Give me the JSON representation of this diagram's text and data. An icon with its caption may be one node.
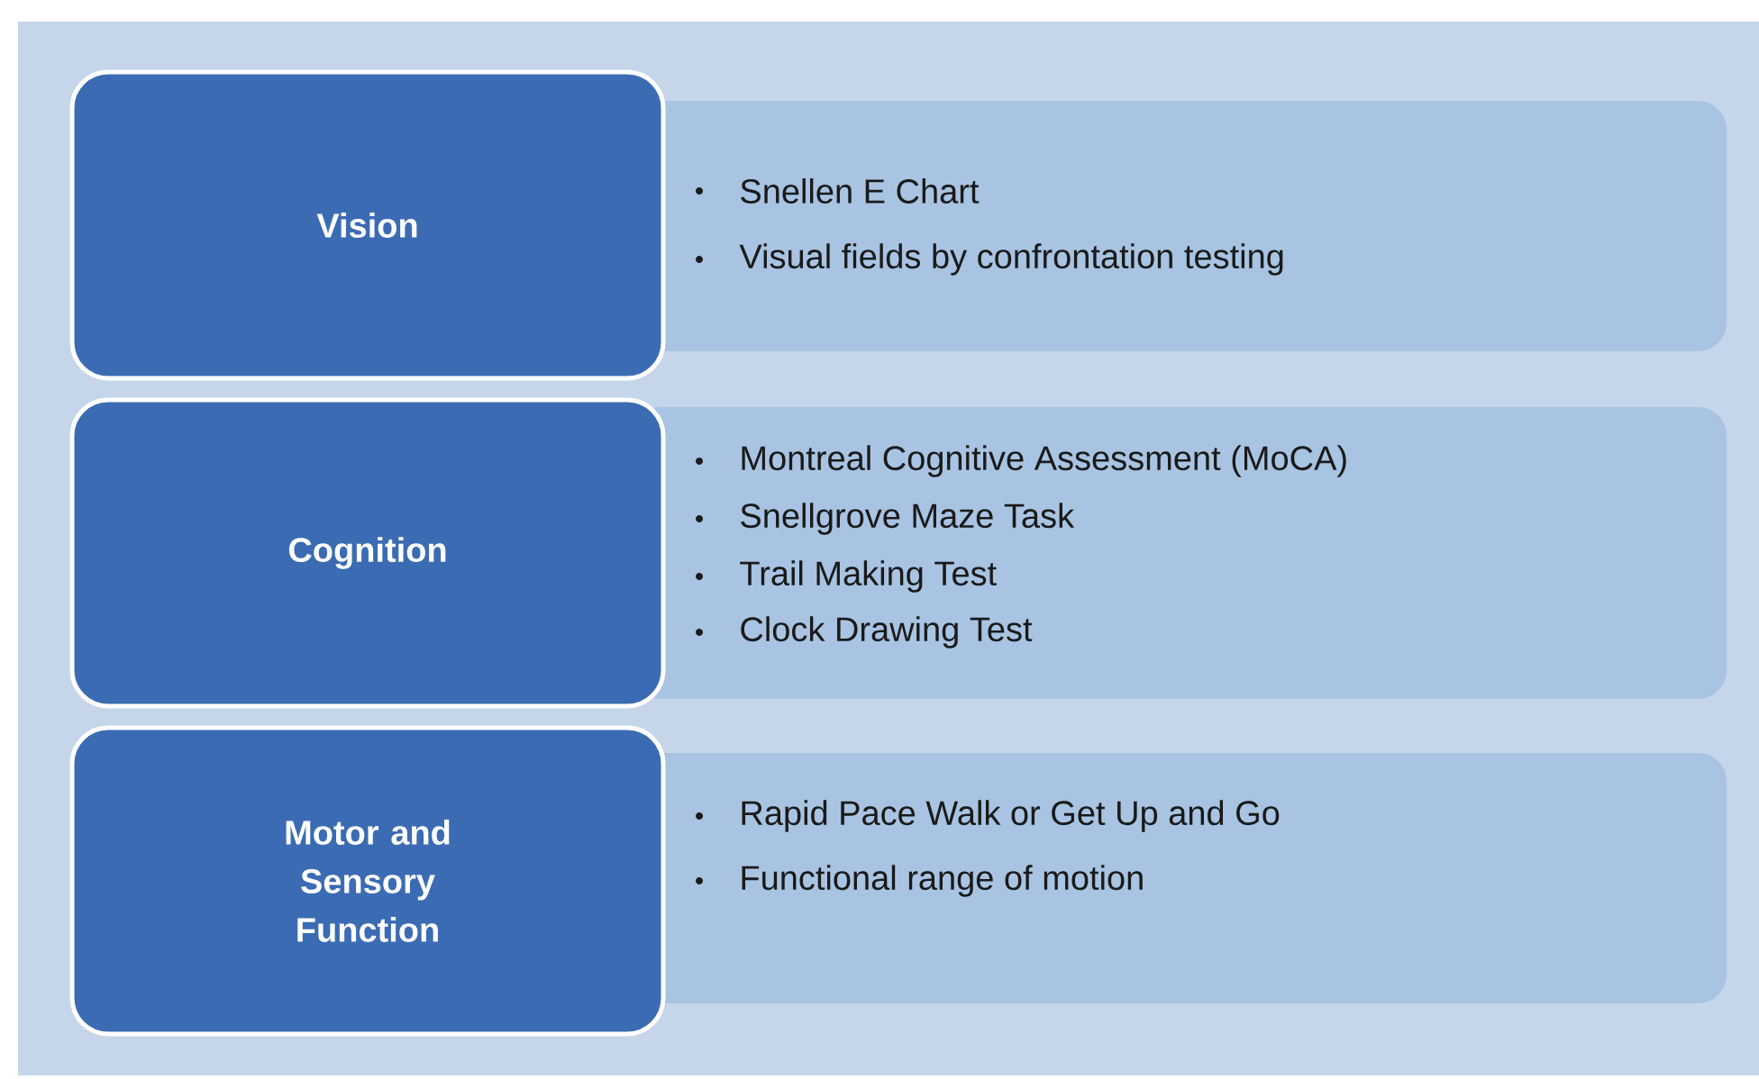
{
  "diagram": {
    "nodes": [
      {
        "text": [
          "Vision"
        ]
      },
      {
        "text": [
          "Snellen E Chart",
          "Visual fields by confrontation testing"
        ]
      },
      {
        "text": [
          "Cognition"
        ]
      },
      {
        "text": [
          "Montreal Cognitive Assessment (MoCA)",
          "Snellgrove Maze Task",
          "Trail Making Test",
          "Clock Drawing Test"
        ]
      },
      {
        "text": [
          "Motor and Sensory Function"
        ]
      },
      {
        "text": [
          "Rapid Pace Walk or Get Up and Go",
          "Functional range of motion"
        ]
      }
    ]
  }
}
